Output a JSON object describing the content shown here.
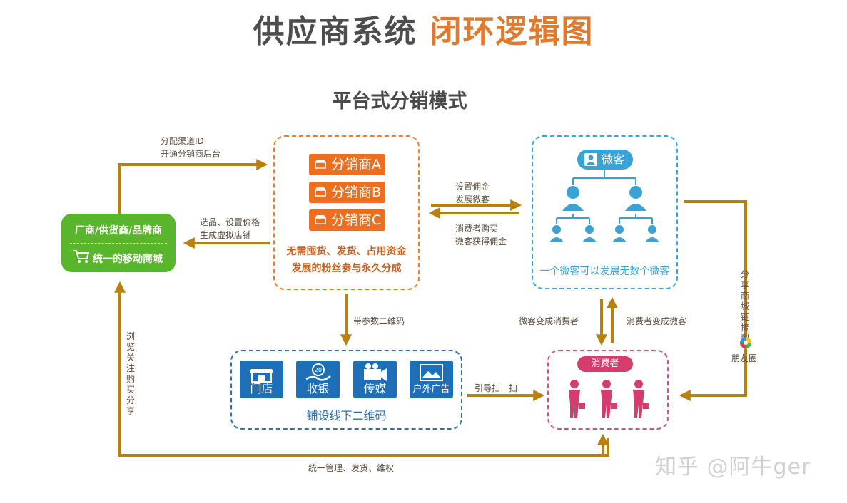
{
  "title": {
    "part1": "供应商系统",
    "part2": "闭环逻辑图"
  },
  "subtitle": "平台式分销模式",
  "manufacturer": {
    "top": "厂商/供货商/品牌商",
    "bottom": "统一的移动商城"
  },
  "distributors": {
    "items": [
      "分销商A",
      "分销商B",
      "分销商C"
    ],
    "desc_line1": "无需囤货、发货、占用资金",
    "desc_line2": "发展的粉丝参与永久分成"
  },
  "weike": {
    "badge": "微客",
    "caption": "一个微客可以发展无数个微客"
  },
  "qr": {
    "tiles": [
      "门店",
      "收银",
      "传媒",
      "户外广告"
    ],
    "coin_text": "20",
    "caption": "铺设线下二维码"
  },
  "consumer": {
    "badge": "消费者"
  },
  "labels": {
    "channel_line1": "分配渠道ID",
    "channel_line2": "开通分销商后台",
    "select_line1": "选品、设置价格",
    "select_line2": "生成虚拟店铺",
    "commission_line1": "设置佣金",
    "commission_line2": "发展微客",
    "buy_line1": "消费者购买",
    "buy_line2": "微客获得佣金",
    "qr_param": "带参数二维码",
    "wk_to_cons": "微客变成消费者",
    "cons_to_wk": "消费者变成微客",
    "share": "分享商城链接到",
    "moments": "朋友圈",
    "scan": "引导扫一扫",
    "browse": "浏览 关注 购买 分享",
    "manage": "统一管理、发货、维权"
  },
  "colors": {
    "arrow": "#b8800e",
    "orange": "#ee6e1f",
    "blue": "#3aa6d6",
    "navy": "#1e6fb7",
    "pink": "#d43d6d",
    "green": "#59b52b"
  },
  "watermark": "知乎 @阿牛ger"
}
